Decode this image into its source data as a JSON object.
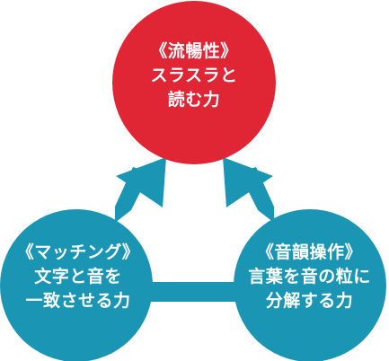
{
  "nodes": {
    "fluency": {
      "title": "《流暢性》",
      "line1": "スラスラと",
      "line2": "読む力",
      "color": "#e02535"
    },
    "matching": {
      "title": "《マッチング》",
      "line1": "文字と音を",
      "line2": "一致させる力",
      "color": "#1a96b4"
    },
    "phono": {
      "title": "《音韻操作》",
      "line1": "言葉を音の粒に",
      "line2": "分解する力",
      "color": "#1a96b4"
    }
  }
}
